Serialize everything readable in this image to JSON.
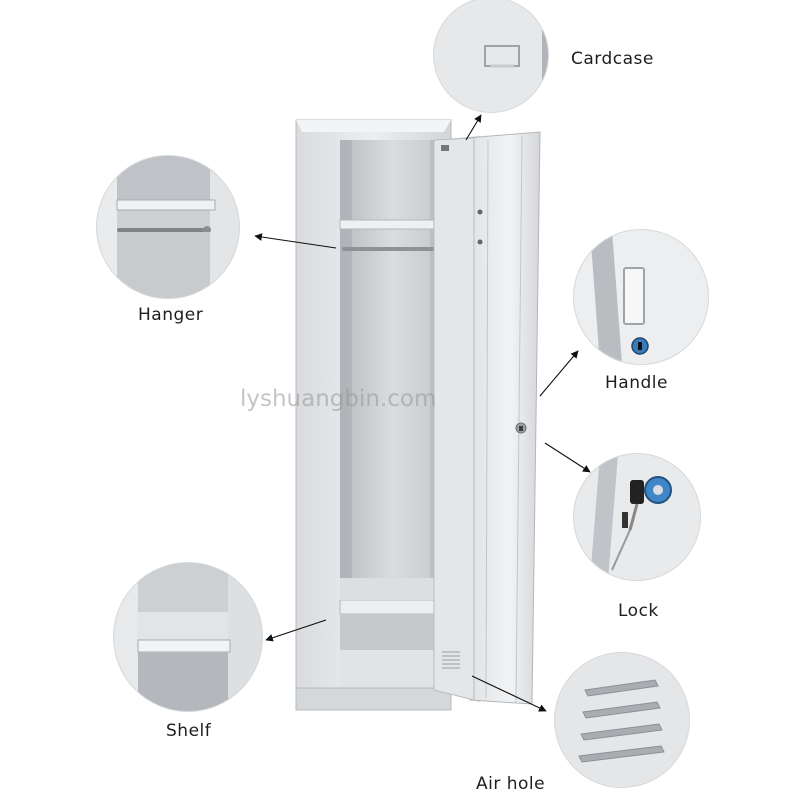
{
  "callouts": {
    "cardcase": "Cardcase",
    "hanger": "Hanger",
    "handle": "Handle",
    "lock": "Lock",
    "shelf": "Shelf",
    "air_hole": "Air hole"
  },
  "watermark": "lyshuangbin.com",
  "colors": {
    "steel_light": "#e9eaec",
    "steel_mid": "#cfd2d5",
    "steel_dark": "#9fa3a7",
    "label_text": "#1e1e1e"
  }
}
